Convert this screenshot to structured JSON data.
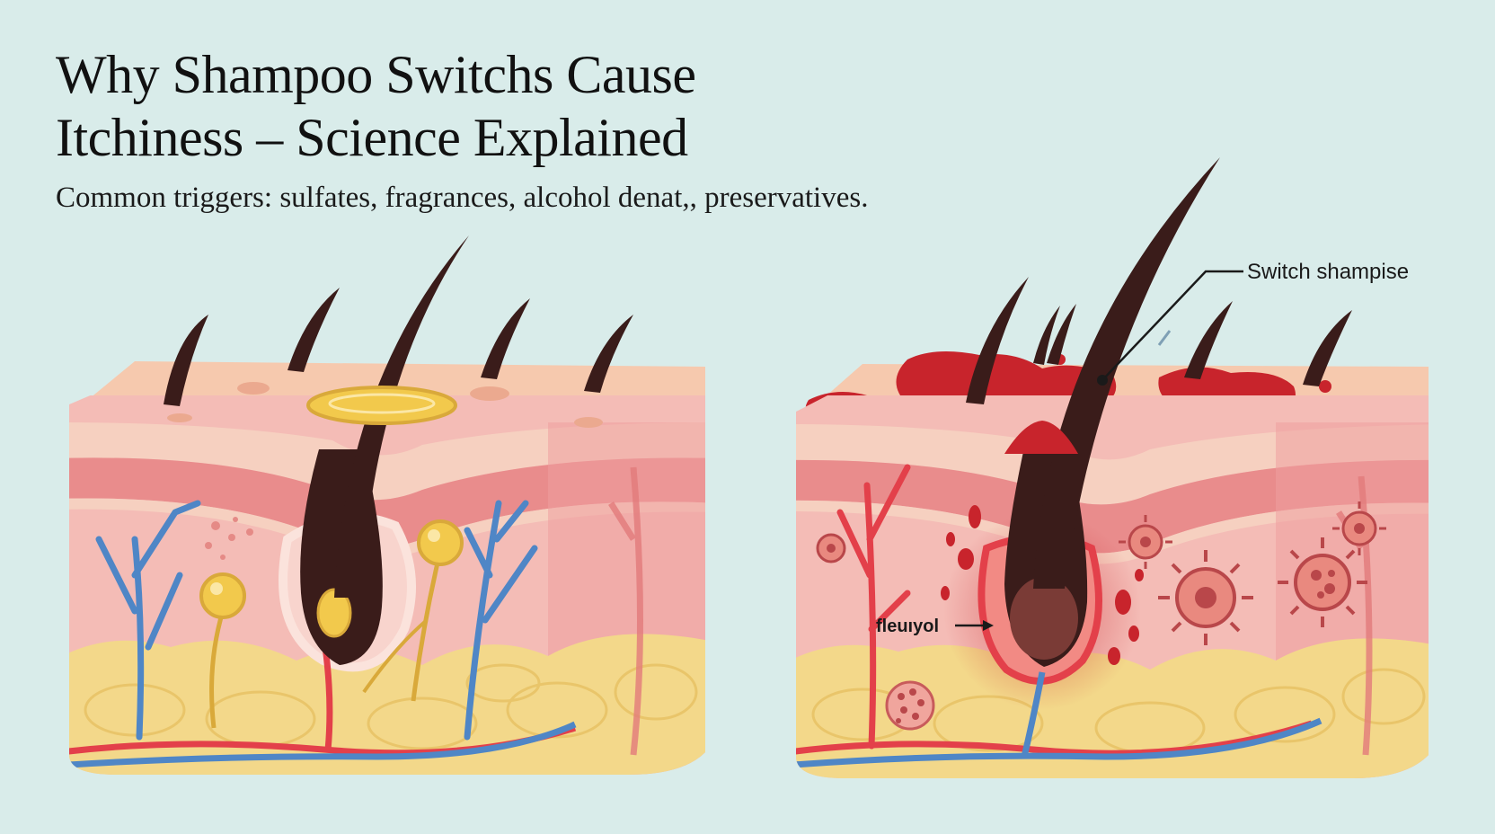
{
  "title": {
    "line1": "Why Shampoo Switchs Cause",
    "line2": "Itchiness – Science Explained"
  },
  "subtitle": "Common triggers: sulfates, fragrances, alcohol denat,, preservatives.",
  "annotations": {
    "switch_label": "Switch shampise",
    "follicle_label": "fleuıyol"
  },
  "colors": {
    "background": "#d9ecea",
    "skin_top": "#f6c9ae",
    "dermis": "#f4b7b2",
    "fat": "#f3d88a",
    "hair": "#3a1c1a",
    "vein": "#4f86c6",
    "artery": "#e3404a",
    "inflammation": "#c8242c"
  },
  "icons": [
    "hair-icon",
    "sebaceous-gland-icon",
    "blood-vessel-icon",
    "microbe-icon"
  ]
}
